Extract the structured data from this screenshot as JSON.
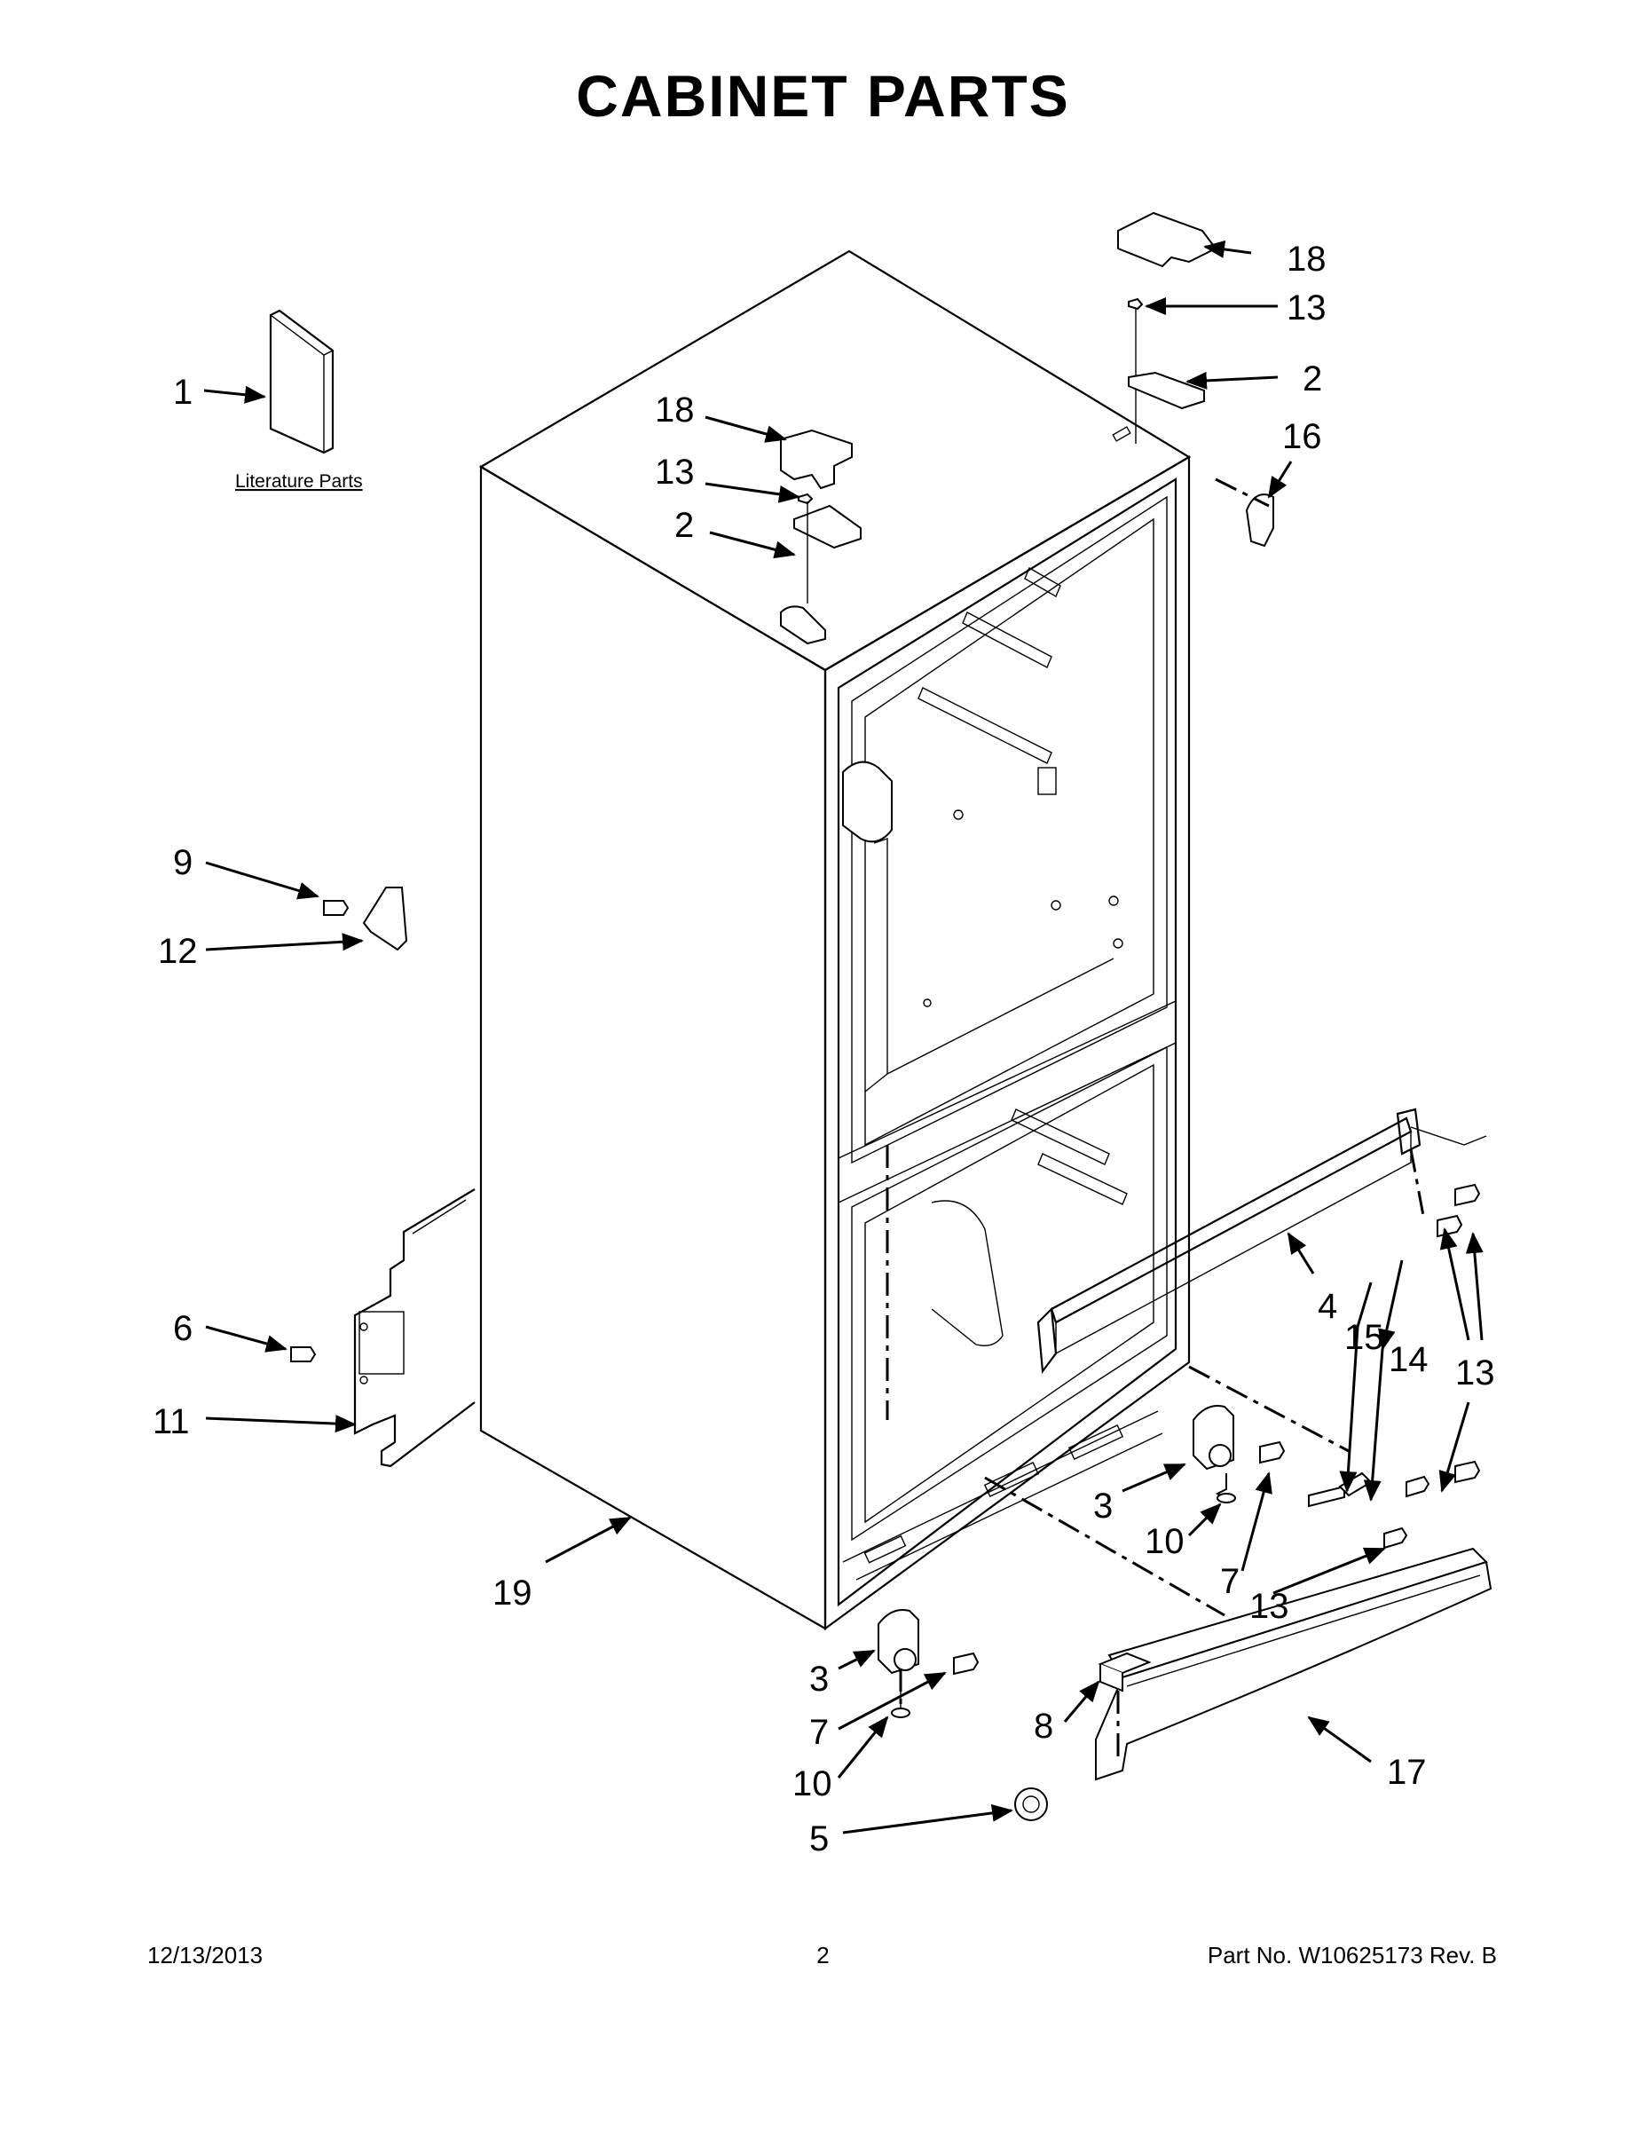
{
  "page": {
    "title": "CABINET PARTS",
    "literature_label": "Literature Parts"
  },
  "callouts": [
    "1",
    "18",
    "13",
    "2",
    "18",
    "13",
    "2",
    "16",
    "9",
    "12",
    "6",
    "11",
    "19",
    "4",
    "15",
    "14",
    "13",
    "3",
    "10",
    "7",
    "13",
    "3",
    "7",
    "10",
    "5",
    "8",
    "17"
  ],
  "footer": {
    "date": "12/13/2013",
    "page_number": "2",
    "part_info": "Part No.  W10625173  Rev.  B"
  }
}
